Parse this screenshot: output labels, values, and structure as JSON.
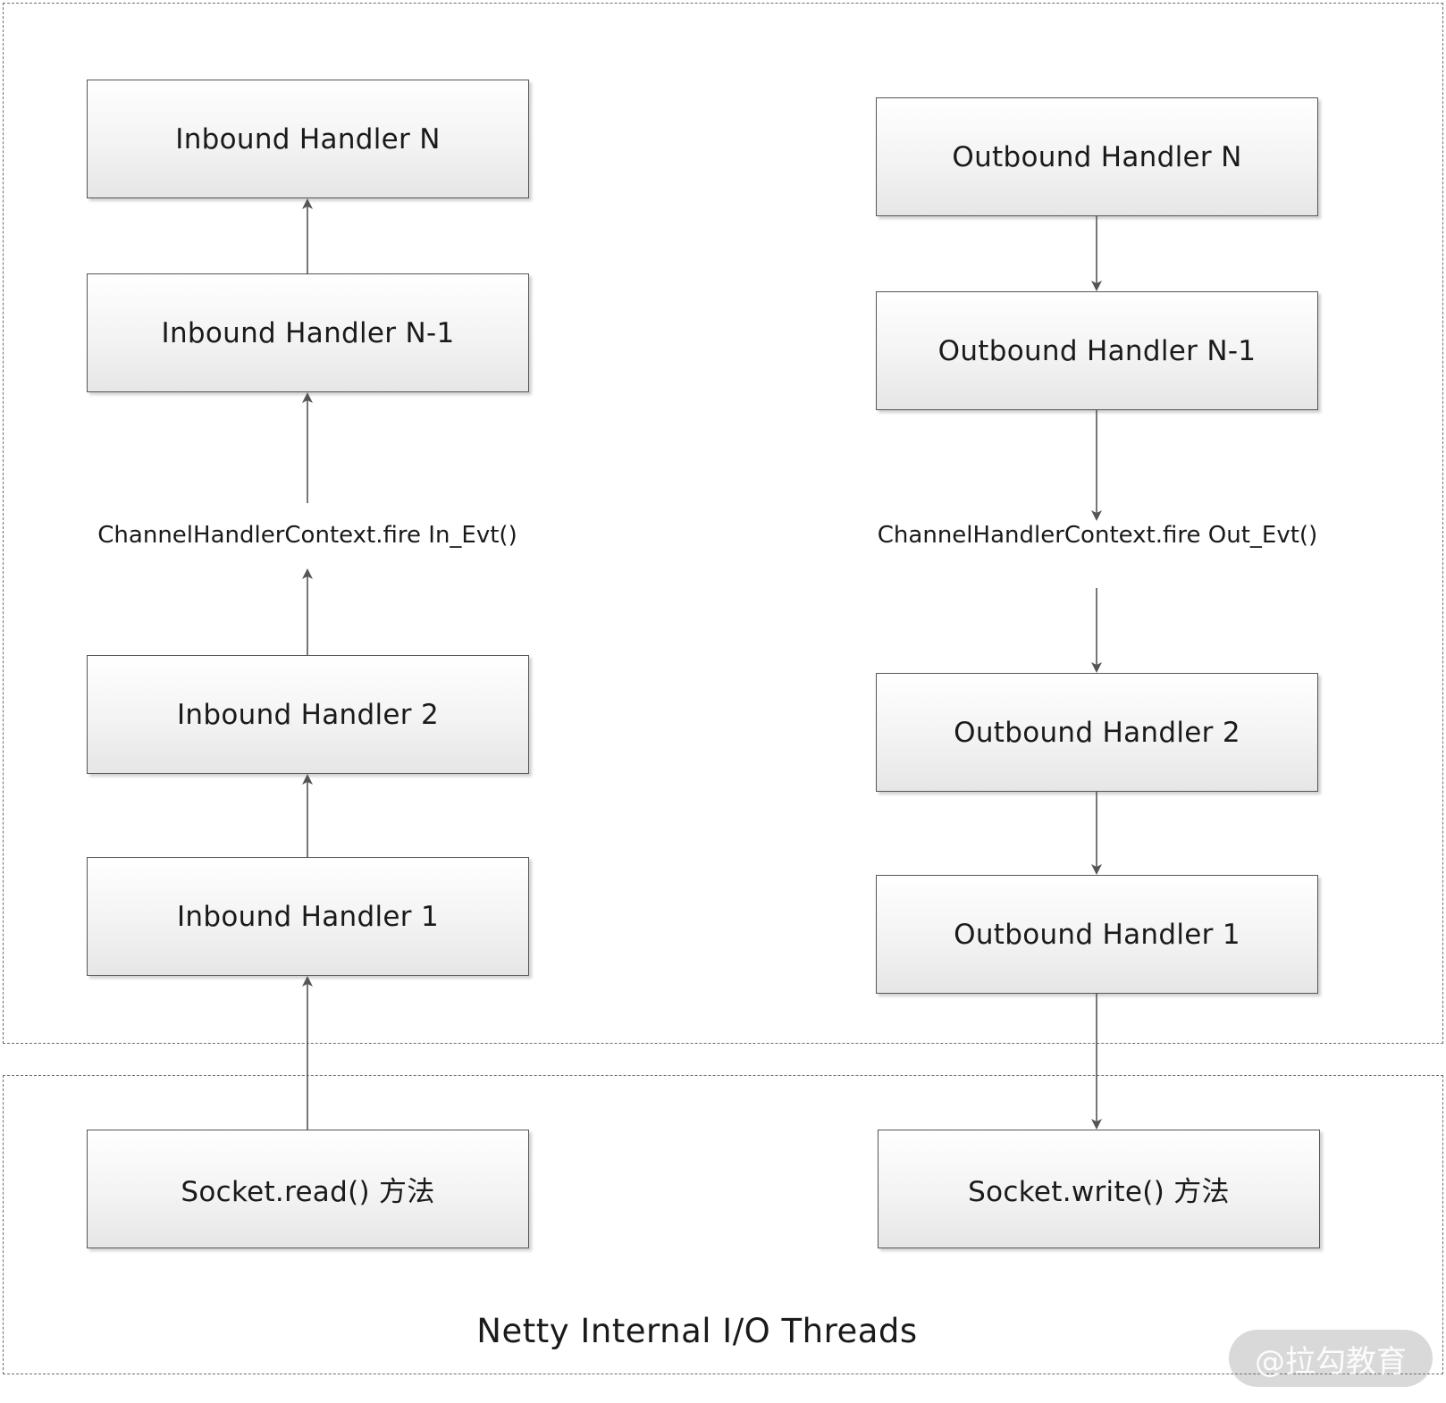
{
  "inbound": {
    "handler_n": "Inbound Handler N",
    "handler_n_minus_1": "Inbound Handler N-1",
    "context_call": "ChannelHandlerContext.fire In_Evt()",
    "handler_2": "Inbound Handler 2",
    "handler_1": "Inbound Handler 1",
    "socket": "Socket.read() 方法"
  },
  "outbound": {
    "handler_n": "Outbound Handler N",
    "handler_n_minus_1": "Outbound Handler N-1",
    "context_call": "ChannelHandlerContext.fire Out_Evt()",
    "handler_2": "Outbound Handler 2",
    "handler_1": "Outbound Handler 1",
    "socket": "Socket.write() 方法"
  },
  "io_region_title": "Netty Internal I/O Threads",
  "watermark": "@拉勾教育",
  "colors": {
    "border": "#555555",
    "arrow": "#555555",
    "dashed": "#6e6e6e"
  }
}
